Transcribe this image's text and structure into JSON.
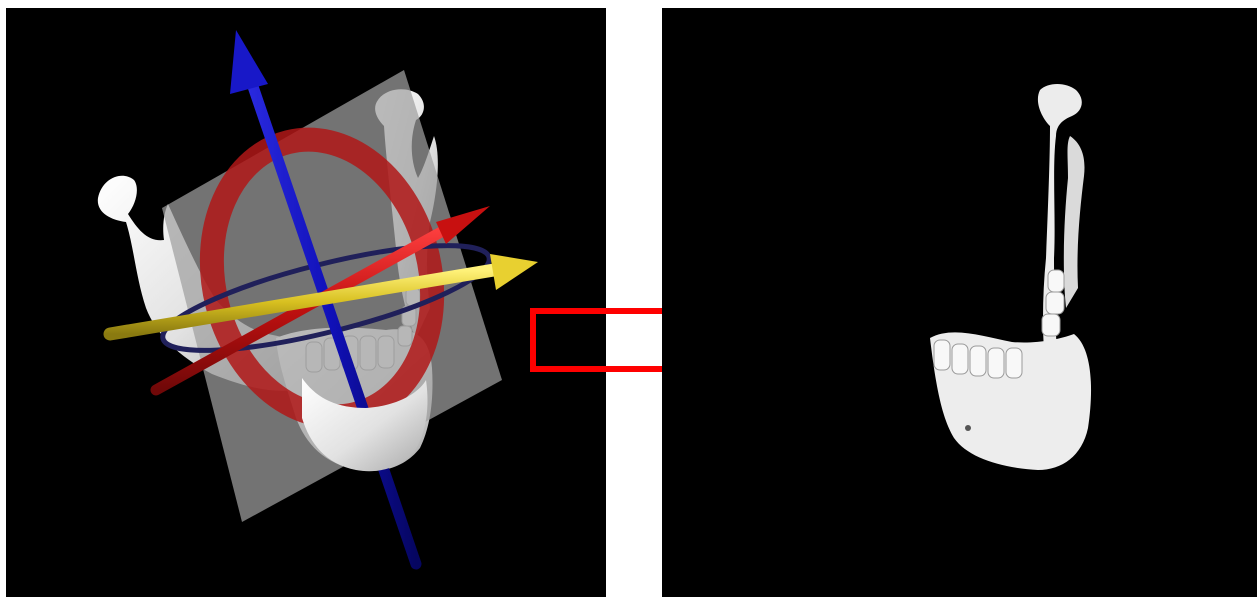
{
  "figure": {
    "background_color": "#ffffff",
    "viewport_background": "#000000",
    "left_panel": {
      "content": "mandible-with-cutting-plane-and-axis-widget",
      "colors": {
        "bone": "#e6e6e6",
        "cutting_plane": "#a0a0a0",
        "rotation_ring": "#b01818",
        "axis_blue": "#1010b8",
        "axis_yellow": "#d8c020",
        "axis_red": "#c01010",
        "ring_navy": "#202050"
      }
    },
    "right_panel": {
      "content": "resected-mandible-half"
    },
    "transition_arrow": {
      "direction": "right",
      "style": "outline",
      "color": "#ff0000"
    }
  }
}
